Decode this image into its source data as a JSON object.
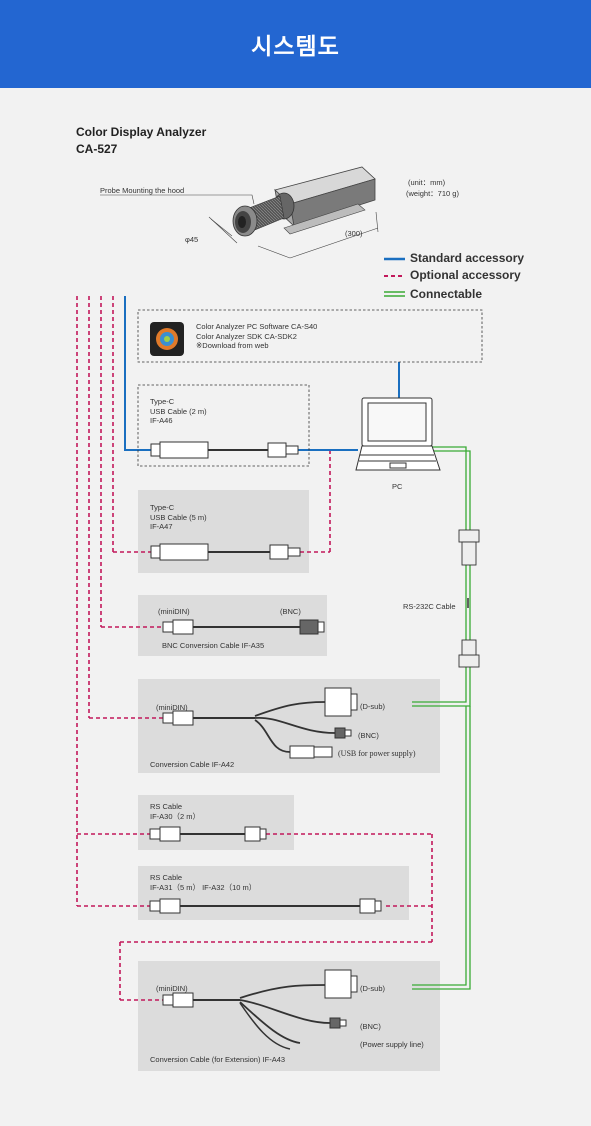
{
  "header": {
    "title": "시스템도"
  },
  "product": {
    "name": "Color Display Analyzer",
    "model": "CA-527"
  },
  "device": {
    "probe_label": "Probe Mounting the hood",
    "unit": "(unit：mm)",
    "weight": "(weight：710 g)",
    "diameter": "φ45",
    "length": "(300)"
  },
  "legend": {
    "standard": "Standard accessory",
    "optional": "Optional accessory",
    "connectable": "Connectable"
  },
  "colors": {
    "standard": "#1a6fc0",
    "optional": "#c2185b",
    "connectable": "#3aaa35",
    "header": "#2366d1"
  },
  "software": {
    "line1": "Color Analyzer PC Software CA-S40",
    "line2": "Color Analyzer SDK CA-SDK2",
    "line3": "※Download from web"
  },
  "pc": {
    "label": "PC"
  },
  "rs232c": {
    "label": "RS-232C Cable"
  },
  "cables": {
    "a46": {
      "l1": "Type-C",
      "l2": "USB Cable (2 m)",
      "l3": "IF-A46"
    },
    "a47": {
      "l1": "Type-C",
      "l2": "USB Cable (5 m)",
      "l3": "IF-A47"
    },
    "a35": {
      "left": "(miniDIN)",
      "right": "(BNC)",
      "name": "BNC Conversion Cable IF-A35"
    },
    "a42": {
      "left": "(miniDIN)",
      "dsub": "(D-sub)",
      "bnc": "(BNC)",
      "usb": "(USB for power supply)",
      "name": "Conversion Cable IF-A42"
    },
    "a30": {
      "l1": "RS Cable",
      "l2": "IF-A30（2 m）"
    },
    "a31": {
      "l1": "RS Cable",
      "l2": "IF-A31（5 m）  IF-A32（10 m）"
    },
    "a43": {
      "left": "(miniDIN)",
      "dsub": "(D-sub)",
      "bnc": "(BNC)",
      "power": "(Power supply line)",
      "name": "Conversion Cable (for Extension) IF-A43"
    }
  }
}
